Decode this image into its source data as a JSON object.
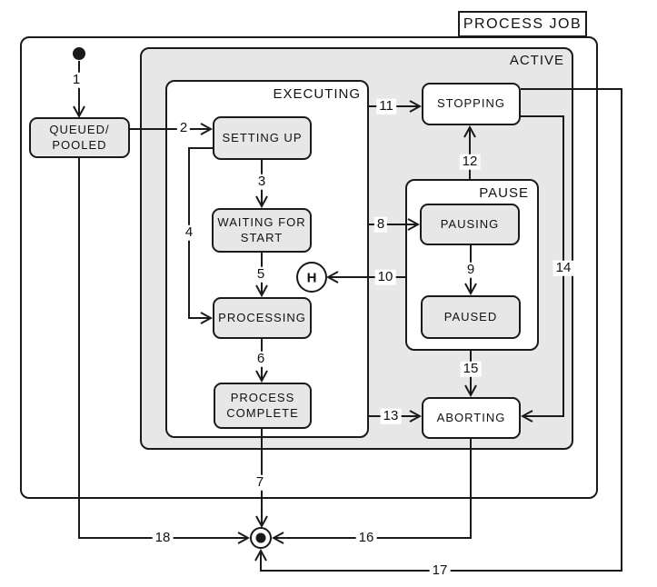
{
  "frame_title": "PROCESS JOB",
  "regions": {
    "active": "ACTIVE",
    "executing": "EXECUTING",
    "pause": "PAUSE"
  },
  "states": {
    "queued_pooled": "QUEUED/\nPOOLED",
    "setting_up": "SETTING UP",
    "waiting_for_start": "WAITING FOR\nSTART",
    "processing": "PROCESSING",
    "process_complete": "PROCESS\nCOMPLETE",
    "stopping": "STOPPING",
    "pausing": "PAUSING",
    "paused": "PAUSED",
    "aborting": "ABORTING",
    "history": "H"
  },
  "transitions": {
    "t1": {
      "label": "1",
      "from": "initial",
      "to": "QUEUED/POOLED"
    },
    "t2": {
      "label": "2",
      "from": "QUEUED/POOLED",
      "to": "SETTING UP"
    },
    "t3": {
      "label": "3",
      "from": "SETTING UP",
      "to": "WAITING FOR START"
    },
    "t4": {
      "label": "4",
      "from": "SETTING UP",
      "to": "PROCESSING"
    },
    "t5": {
      "label": "5",
      "from": "WAITING FOR START",
      "to": "PROCESSING"
    },
    "t6": {
      "label": "6",
      "from": "PROCESSING",
      "to": "PROCESS COMPLETE"
    },
    "t7": {
      "label": "7",
      "from": "PROCESS COMPLETE",
      "to": "final"
    },
    "t8": {
      "label": "8",
      "from": "EXECUTING",
      "to": "PAUSING"
    },
    "t9": {
      "label": "9",
      "from": "PAUSING",
      "to": "PAUSED"
    },
    "t10": {
      "label": "10",
      "from": "PAUSE",
      "to": "history"
    },
    "t11": {
      "label": "11",
      "from": "EXECUTING",
      "to": "STOPPING"
    },
    "t12": {
      "label": "12",
      "from": "PAUSE",
      "to": "STOPPING"
    },
    "t13": {
      "label": "13",
      "from": "EXECUTING",
      "to": "ABORTING"
    },
    "t14": {
      "label": "14",
      "from": "STOPPING",
      "to": "ABORTING"
    },
    "t15": {
      "label": "15",
      "from": "PAUSE",
      "to": "ABORTING"
    },
    "t16": {
      "label": "16",
      "from": "ABORTING",
      "to": "final"
    },
    "t17": {
      "label": "17",
      "from": "STOPPING",
      "to": "final"
    },
    "t18": {
      "label": "18",
      "from": "QUEUED/POOLED",
      "to": "final"
    }
  },
  "colors": {
    "state_fill_gray": "#e7e7e7",
    "state_fill_white": "#ffffff",
    "line": "#1a1a1a",
    "background": "#ffffff"
  }
}
